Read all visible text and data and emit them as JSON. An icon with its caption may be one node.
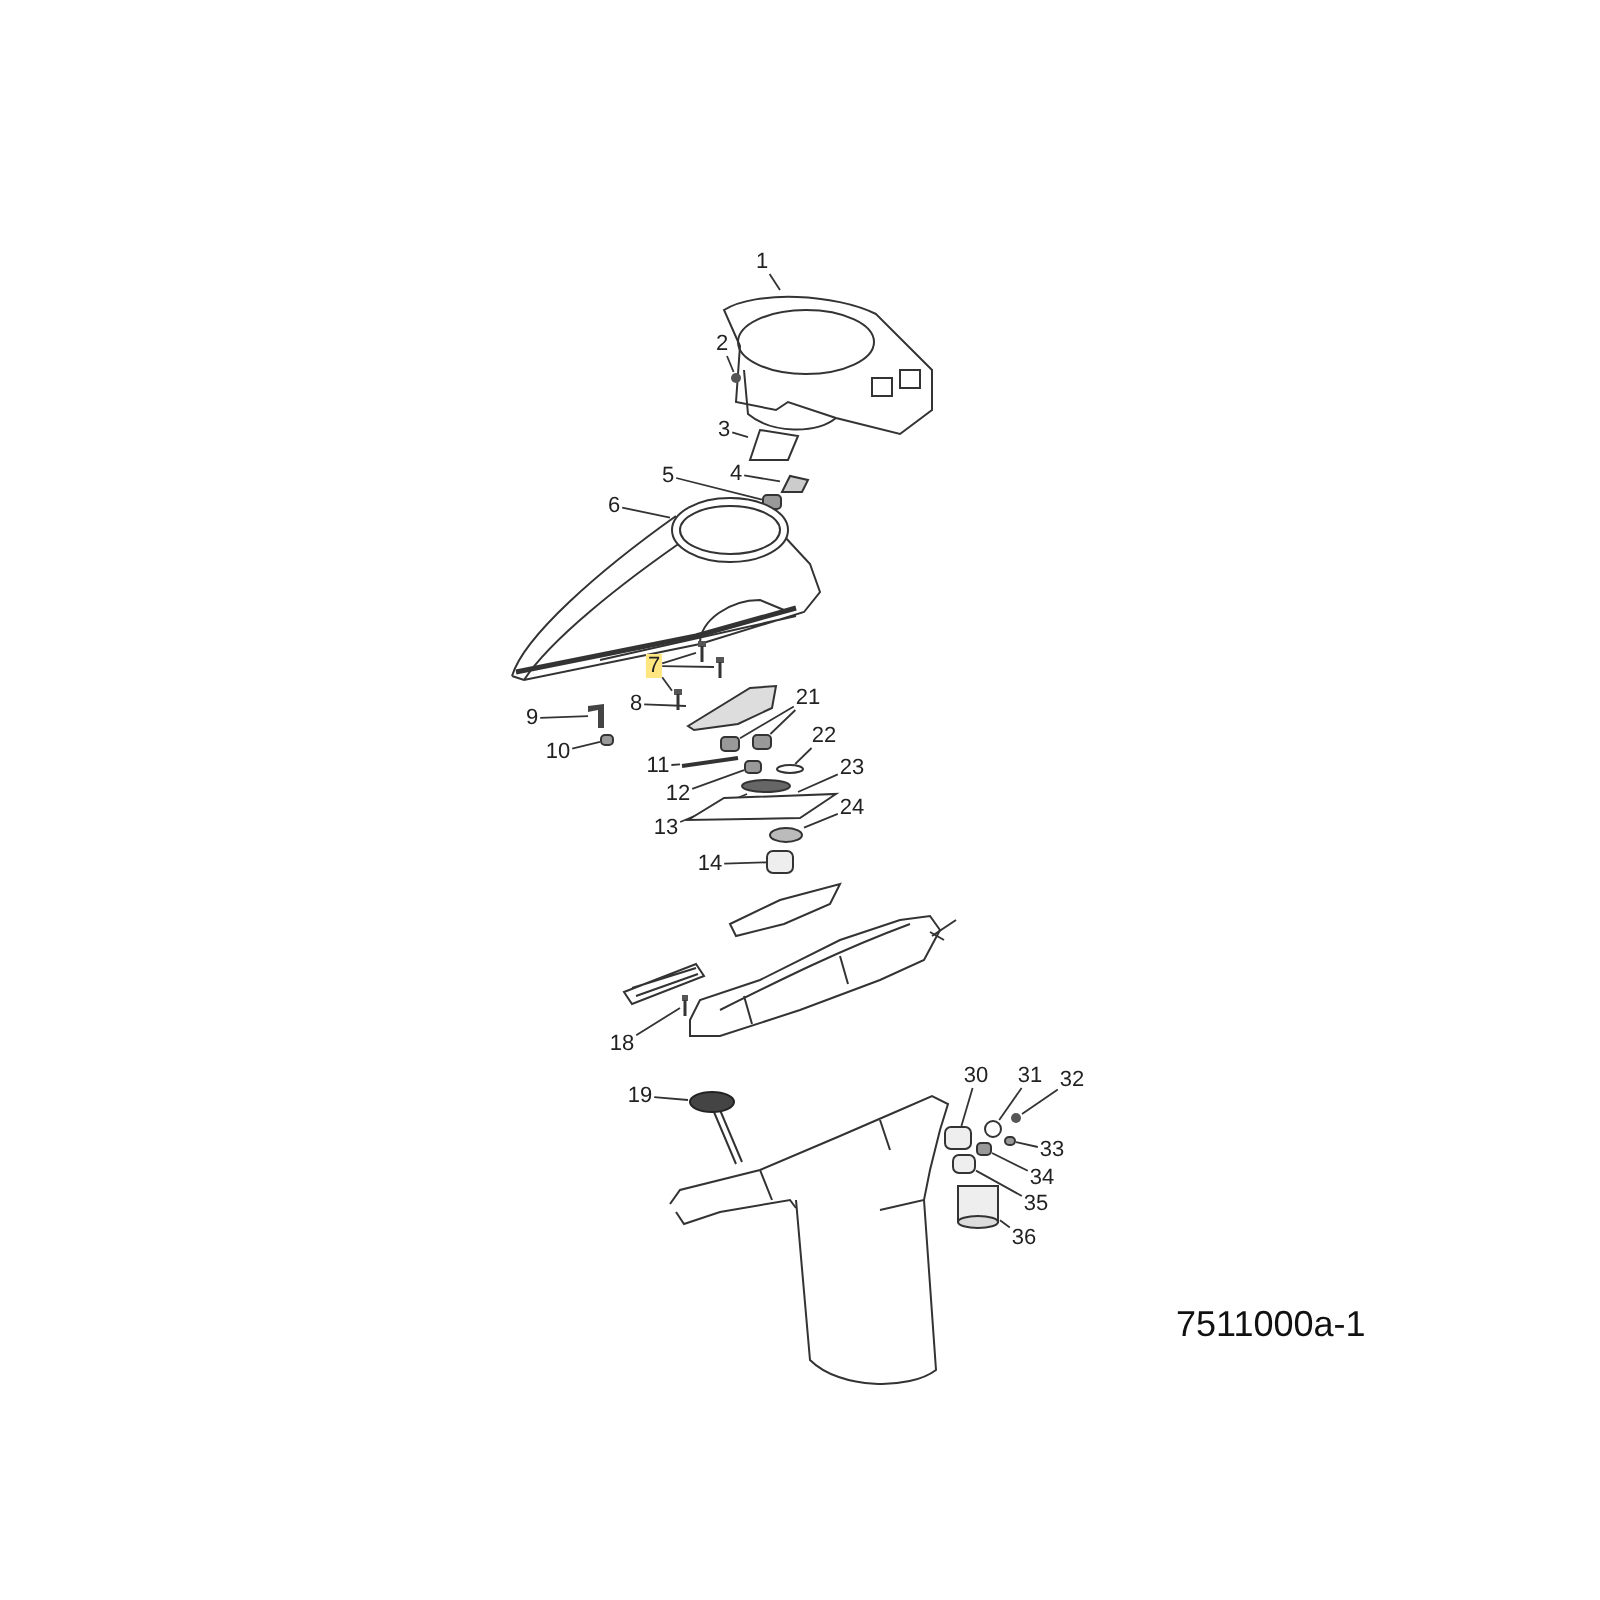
{
  "diagram": {
    "nodes": [
      {
        "text": [
          "1"
        ]
      },
      {
        "text": [],
        "shape": "picture"
      },
      {
        "text": [
          "2"
        ]
      },
      {
        "text": [],
        "shape": "circle"
      },
      {
        "text": [
          "3"
        ]
      },
      {
        "text": [],
        "shape": "picture"
      },
      {
        "text": [
          "4"
        ]
      },
      {
        "text": [],
        "shape": "picture"
      },
      {
        "text": [
          "5"
        ]
      },
      {
        "text": [],
        "shape": "box"
      },
      {
        "text": [
          "6"
        ]
      },
      {
        "text": [],
        "shape": "picture"
      },
      {
        "text": [
          "7"
        ]
      },
      {
        "text": [],
        "shape": "picture"
      },
      {
        "text": [],
        "shape": "picture"
      },
      {
        "text": [],
        "shape": "picture"
      },
      {
        "text": [
          "8"
        ]
      },
      {
        "text": [],
        "shape": "picture"
      },
      {
        "text": [
          "9"
        ]
      },
      {
        "text": [],
        "shape": "picture"
      },
      {
        "text": [
          "10"
        ]
      },
      {
        "text": [],
        "shape": "box"
      },
      {
        "text": [
          "11"
        ]
      },
      {
        "text": [],
        "shape": "picture"
      },
      {
        "text": [
          "12"
        ]
      },
      {
        "text": [],
        "shape": "box"
      },
      {
        "text": [
          "13"
        ]
      },
      {
        "text": [],
        "shape": "circle"
      },
      {
        "text": [
          "14"
        ]
      },
      {
        "text": [],
        "shape": "box"
      },
      {
        "text": [
          "18"
        ]
      },
      {
        "text": [],
        "shape": "picture"
      },
      {
        "text": [
          "19"
        ]
      },
      {
        "text": [],
        "shape": "circle"
      },
      {
        "text": [
          "21"
        ]
      },
      {
        "text": [],
        "shape": "box"
      },
      {
        "text": [],
        "shape": "box"
      },
      {
        "text": [
          "22"
        ]
      },
      {
        "text": [],
        "shape": "circle"
      },
      {
        "text": [
          "23"
        ]
      },
      {
        "text": [],
        "shape": "picture"
      },
      {
        "text": [
          "24"
        ]
      },
      {
        "text": [],
        "shape": "circle"
      },
      {
        "text": [
          "30"
        ]
      },
      {
        "text": [],
        "shape": "box"
      },
      {
        "text": [
          "31"
        ]
      },
      {
        "text": [],
        "shape": "circle"
      },
      {
        "text": [
          "32"
        ]
      },
      {
        "text": [],
        "shape": "circle"
      },
      {
        "text": [
          "33"
        ]
      },
      {
        "text": [],
        "shape": "box"
      },
      {
        "text": [
          "34"
        ]
      },
      {
        "text": [],
        "shape": "box"
      },
      {
        "text": [
          "35"
        ]
      },
      {
        "text": [],
        "shape": "box"
      },
      {
        "text": [
          "36"
        ]
      },
      {
        "text": [],
        "shape": "cylinder"
      }
    ],
    "edges": [
      {
        "from": 0,
        "to": 1,
        "arrow": "none"
      },
      {
        "from": 2,
        "to": 3,
        "arrow": "none"
      },
      {
        "from": 4,
        "to": 5,
        "arrow": "none"
      },
      {
        "from": 6,
        "to": 7,
        "arrow": "none"
      },
      {
        "from": 8,
        "to": 9,
        "arrow": "none"
      },
      {
        "from": 10,
        "to": 11,
        "arrow": "none"
      },
      {
        "from": 12,
        "to": 13,
        "arrow": "none"
      },
      {
        "from": 12,
        "to": 14,
        "arrow": "none"
      },
      {
        "from": 12,
        "to": 15,
        "arrow": "none"
      },
      {
        "from": 16,
        "to": 17,
        "arrow": "none"
      },
      {
        "from": 18,
        "to": 19,
        "arrow": "none"
      },
      {
        "from": 20,
        "to": 21,
        "arrow": "none"
      },
      {
        "from": 22,
        "to": 23,
        "arrow": "none"
      },
      {
        "from": 24,
        "to": 25,
        "arrow": "none"
      },
      {
        "from": 26,
        "to": 27,
        "arrow": "none"
      },
      {
        "from": 28,
        "to": 29,
        "arrow": "none"
      },
      {
        "from": 30,
        "to": 31,
        "arrow": "none"
      },
      {
        "from": 32,
        "to": 33,
        "arrow": "none"
      },
      {
        "from": 34,
        "to": 35,
        "arrow": "none"
      },
      {
        "from": 34,
        "to": 36,
        "arrow": "none"
      },
      {
        "from": 37,
        "to": 38,
        "arrow": "none"
      },
      {
        "from": 39,
        "to": 40,
        "arrow": "none"
      },
      {
        "from": 41,
        "to": 42,
        "arrow": "none"
      },
      {
        "from": 43,
        "to": 44,
        "arrow": "none"
      },
      {
        "from": 45,
        "to": 46,
        "arrow": "none"
      },
      {
        "from": 47,
        "to": 48,
        "arrow": "none"
      },
      {
        "from": 49,
        "to": 50,
        "arrow": "none"
      },
      {
        "from": 51,
        "to": 52,
        "arrow": "none"
      },
      {
        "from": 53,
        "to": 54,
        "arrow": "none"
      },
      {
        "from": 55,
        "to": 56,
        "arrow": "none"
      }
    ],
    "labels": [
      "7511000a-1"
    ]
  }
}
